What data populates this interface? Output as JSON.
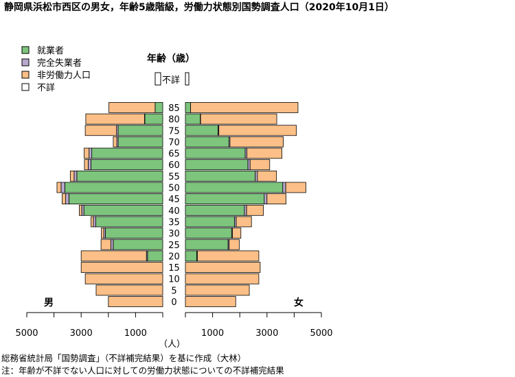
{
  "chart_data": {
    "type": "bar",
    "title": "静岡県浜松市西区の男女，年齢5歳階級，労働力状態別国勢調査人口（2020年10月1日）",
    "age_axis_title": "年齢（歳）",
    "unknown_age_label": "不詳",
    "male_label": "男",
    "female_label": "女",
    "unit_label": "（人）",
    "categories": [
      "0",
      "5",
      "10",
      "15",
      "20",
      "25",
      "30",
      "35",
      "40",
      "45",
      "50",
      "55",
      "60",
      "65",
      "70",
      "75",
      "80",
      "85"
    ],
    "xlim": [
      0,
      5000
    ],
    "xticks": [
      5000,
      3000,
      1000
    ],
    "xtick_labels": [
      "5000",
      "3000",
      "1000"
    ],
    "legend": [
      {
        "name": "就業者",
        "color": "#7dc47d"
      },
      {
        "name": "完全失業者",
        "color": "#b7a8cc"
      },
      {
        "name": "非労働力人口",
        "color": "#fbbf87"
      },
      {
        "name": "不詳",
        "color": "#ffffff"
      }
    ],
    "male": {
      "employed": [
        0,
        0,
        0,
        0,
        560,
        1820,
        2110,
        2460,
        2900,
        3450,
        3600,
        3160,
        2640,
        2610,
        1640,
        1640,
        660,
        280
      ],
      "unemployed": [
        0,
        0,
        0,
        0,
        40,
        90,
        60,
        90,
        80,
        120,
        140,
        100,
        100,
        100,
        50,
        60,
        10,
        0
      ],
      "not_in_labour": [
        2000,
        2450,
        2850,
        3000,
        2400,
        360,
        90,
        90,
        90,
        130,
        150,
        140,
        140,
        180,
        130,
        1150,
        2160,
        1700
      ]
    },
    "female": {
      "employed": [
        0,
        0,
        0,
        0,
        420,
        1570,
        1700,
        1810,
        2170,
        2900,
        3580,
        2570,
        2300,
        2200,
        1600,
        1200,
        550,
        190
      ],
      "unemployed": [
        0,
        0,
        0,
        0,
        20,
        40,
        30,
        60,
        80,
        100,
        110,
        80,
        80,
        60,
        40,
        30,
        10,
        0
      ],
      "not_in_labour": [
        1850,
        2350,
        2700,
        2750,
        2260,
        370,
        310,
        560,
        620,
        700,
        740,
        700,
        720,
        1290,
        1960,
        2850,
        2800,
        3950
      ]
    }
  },
  "notes": [
    "総務省統計局「国勢調査」（不詳補完結果）を基に作成（大林）",
    "注：年齢が不詳でない人口に対しての労働力状態についての不詳補完結果"
  ]
}
